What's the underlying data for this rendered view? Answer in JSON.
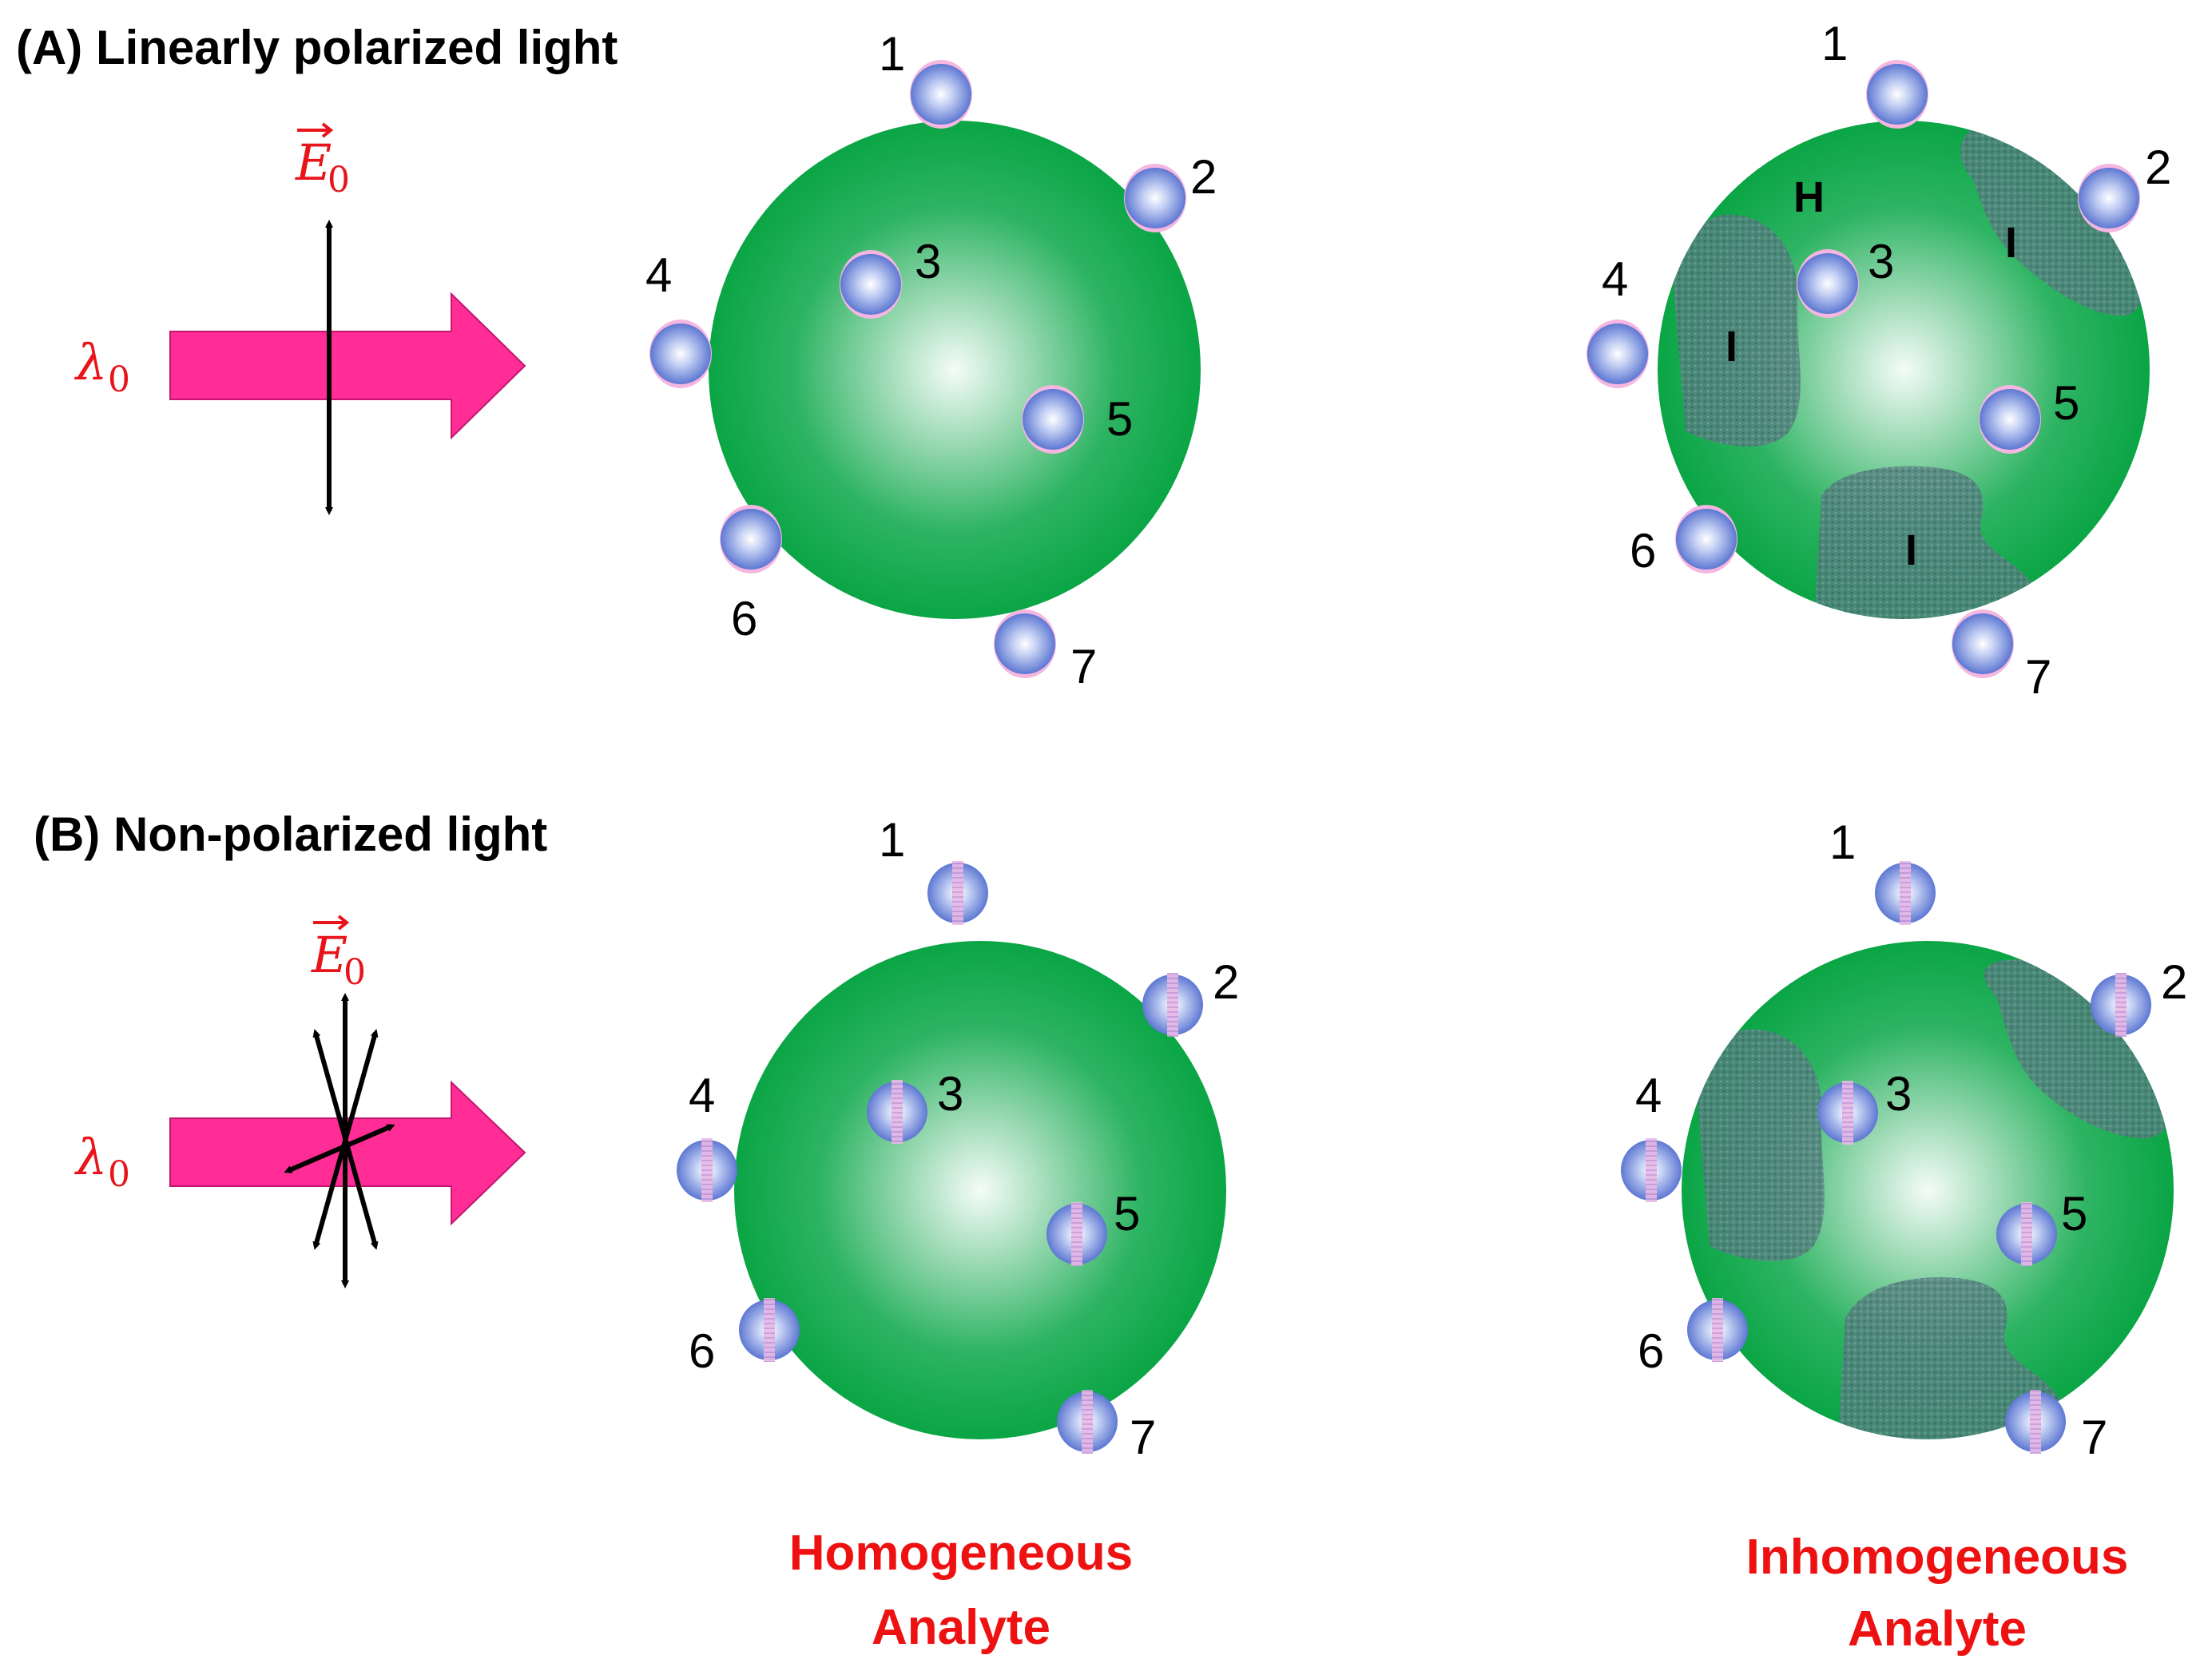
{
  "sections": {
    "a_title": "(A) Linearly polarized light",
    "b_title": "(B) Non-polarized light"
  },
  "light": {
    "field_symbol": "E",
    "field_subscript": "0",
    "wavelength_symbol": "λ",
    "wavelength_subscript": "0"
  },
  "regions": {
    "homogeneous": "H",
    "inhomogeneous": "I"
  },
  "captions": {
    "homogeneous_line1": "Homogeneous",
    "homogeneous_line2": "Analyte",
    "inhomogeneous_line1": "Inhomogeneous",
    "inhomogeneous_line2": "Analyte"
  },
  "particle_numbers": [
    "1",
    "2",
    "3",
    "4",
    "5",
    "6",
    "7"
  ],
  "colors": {
    "sphere_green": "#0fa84a",
    "sphere_center": "#f2fbf6",
    "arrow_pink": "#ff2d95",
    "patch_gray": "#3f6b6b",
    "particle_blue": "#6b82d6",
    "halo_pink": "#f5b6e0",
    "caption_red": "#ee1111",
    "symbol_red": "#e8141a"
  }
}
